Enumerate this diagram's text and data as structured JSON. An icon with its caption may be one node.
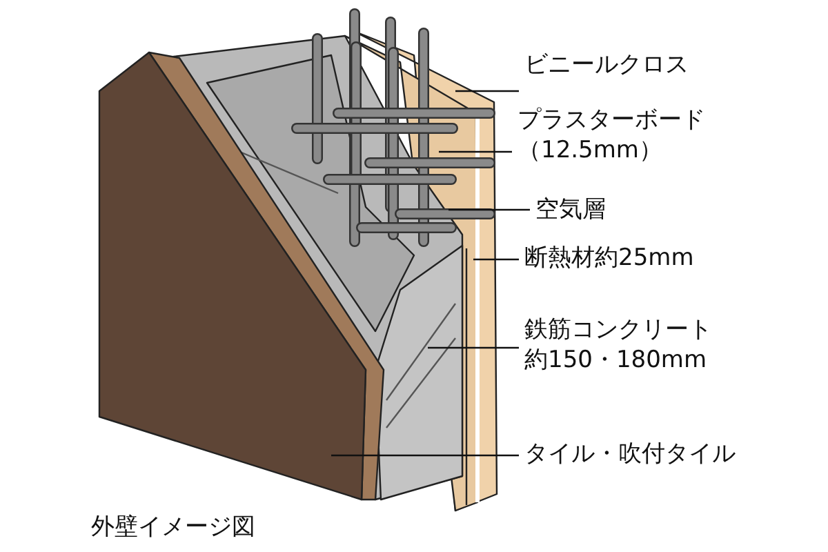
{
  "diagram": {
    "caption": "外壁イメージ図",
    "nodes": [
      {
        "text": [
          "ビニールクロス"
        ]
      },
      {
        "text": [
          "プラスターボード（12.5mm）"
        ]
      },
      {
        "text": [
          "空気層"
        ]
      },
      {
        "text": [
          "断熱材約25mm"
        ]
      },
      {
        "text": [
          "鉄筋コンクリート約150・180mm"
        ]
      },
      {
        "text": [
          "タイル・吹付タイル"
        ]
      }
    ],
    "edges": [
      {
        "from": 0,
        "to": null,
        "arrow": "none"
      },
      {
        "from": 1,
        "to": null,
        "arrow": "none"
      },
      {
        "from": 2,
        "to": null,
        "arrow": "none"
      },
      {
        "from": 3,
        "to": null,
        "arrow": "none"
      },
      {
        "from": 4,
        "to": null,
        "arrow": "none"
      },
      {
        "from": 5,
        "to": null,
        "arrow": "none"
      }
    ]
  }
}
